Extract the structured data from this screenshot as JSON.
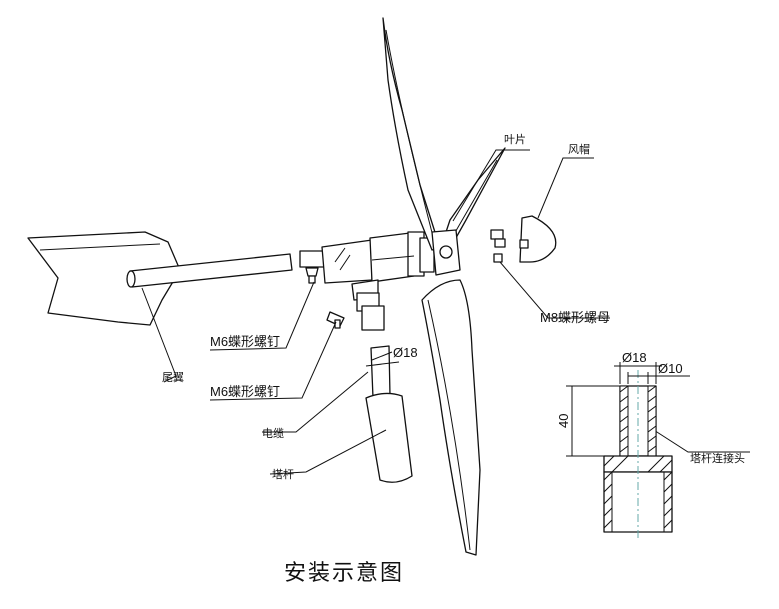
{
  "title": "安装示意图",
  "labels": {
    "blade": "叶片",
    "nose_cone": "风帽",
    "m8_nut": "M8蝶形螺母",
    "m6_screw_1": "M6蝶形螺钉",
    "m6_screw_2": "M6蝶形螺钉",
    "tail_fin": "尾翼",
    "cable": "电缆",
    "tower_pole": "塔杆",
    "tower_adapter": "塔杆连接头"
  },
  "dimensions": {
    "diameter_main": "Ø18",
    "detail_outer": "Ø18",
    "detail_inner": "Ø10",
    "detail_height": "40"
  }
}
